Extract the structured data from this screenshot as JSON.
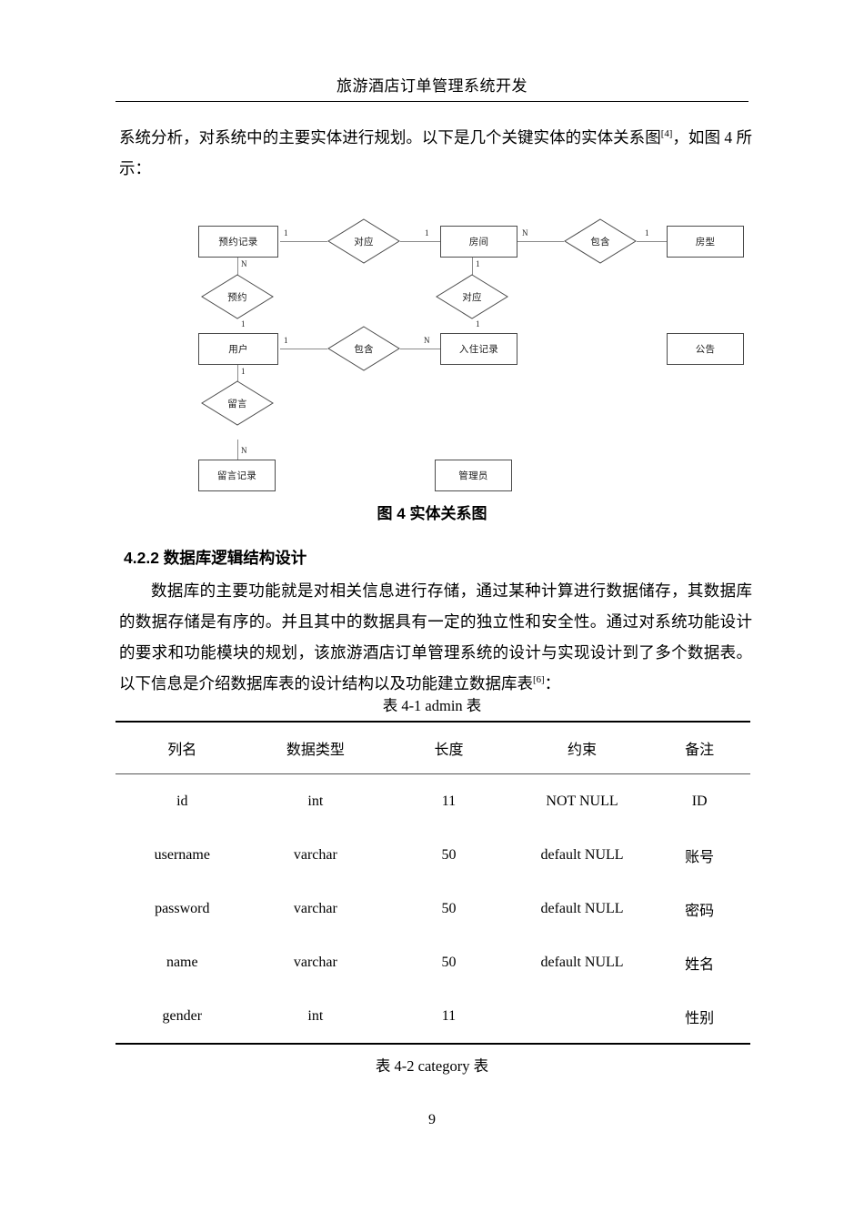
{
  "header": {
    "title": "旅游酒店订单管理系统开发"
  },
  "paragraphs": {
    "intro_before_ref": "系统分析，对系统中的主要实体进行规划。以下是几个关键实体的实体关系图",
    "intro_ref": "[4]",
    "intro_after_ref": "，如图 4 所示：",
    "db_before_ref": "数据库的主要功能就是对相关信息进行存储，通过某种计算进行数据储存，其数据库的数据存储是有序的。并且其中的数据具有一定的独立性和安全性。通过对系统功能设计的要求和功能模块的规划，该旅游酒店订单管理系统的设计与实现设计到了多个数据表。以下信息是介绍数据库表的设计结构以及功能建立数据库表",
    "db_ref": "[6]",
    "db_after_ref": "："
  },
  "section_heading": "4.2.2 数据库逻辑结构设计",
  "figure": {
    "caption": "图 4 实体关系图",
    "entities": [
      {
        "id": "reservation-record",
        "label": "预约记录"
      },
      {
        "id": "room",
        "label": "房间"
      },
      {
        "id": "room-type",
        "label": "房型"
      },
      {
        "id": "user",
        "label": "用户"
      },
      {
        "id": "checkin-record",
        "label": "入住记录"
      },
      {
        "id": "announcement",
        "label": "公告"
      },
      {
        "id": "message-record",
        "label": "留言记录"
      },
      {
        "id": "administrator",
        "label": "管理员"
      }
    ],
    "relationships": [
      {
        "id": "reservation-room",
        "label": "对应"
      },
      {
        "id": "room-roomtype",
        "label": "包含"
      },
      {
        "id": "reservation-user",
        "label": "预约"
      },
      {
        "id": "room-checkin",
        "label": "对应"
      },
      {
        "id": "user-checkin",
        "label": "包含"
      },
      {
        "id": "user-message",
        "label": "留言"
      }
    ],
    "cardinalities": {
      "reservation_to_corr": "1",
      "corr_to_room": "1",
      "room_to_contain": "N",
      "contain_to_roomtype": "1",
      "reservation_to_book": "N",
      "book_to_user": "1",
      "room_to_corr2": "1",
      "corr2_to_checkin": "1",
      "user_to_contain2": "1",
      "contain2_to_checkin": "N",
      "user_to_message": "1",
      "message_to_record": "N"
    }
  },
  "table_admin": {
    "caption": "表 4-1 admin 表",
    "headers": [
      "列名",
      "数据类型",
      "长度",
      "约束",
      "备注"
    ],
    "rows": [
      {
        "name": "id",
        "type": "int",
        "length": "11",
        "constraint": "NOT NULL",
        "remark": "ID"
      },
      {
        "name": "username",
        "type": "varchar",
        "length": "50",
        "constraint": "default NULL",
        "remark": "账号"
      },
      {
        "name": "password",
        "type": "varchar",
        "length": "50",
        "constraint": "default NULL",
        "remark": "密码"
      },
      {
        "name": "name",
        "type": "varchar",
        "length": "50",
        "constraint": "default NULL",
        "remark": "姓名"
      },
      {
        "name": "gender",
        "type": "int",
        "length": "11",
        "constraint": "",
        "remark": "性别"
      }
    ]
  },
  "table_category": {
    "caption": "表 4-2 category 表"
  },
  "page_number": "9"
}
